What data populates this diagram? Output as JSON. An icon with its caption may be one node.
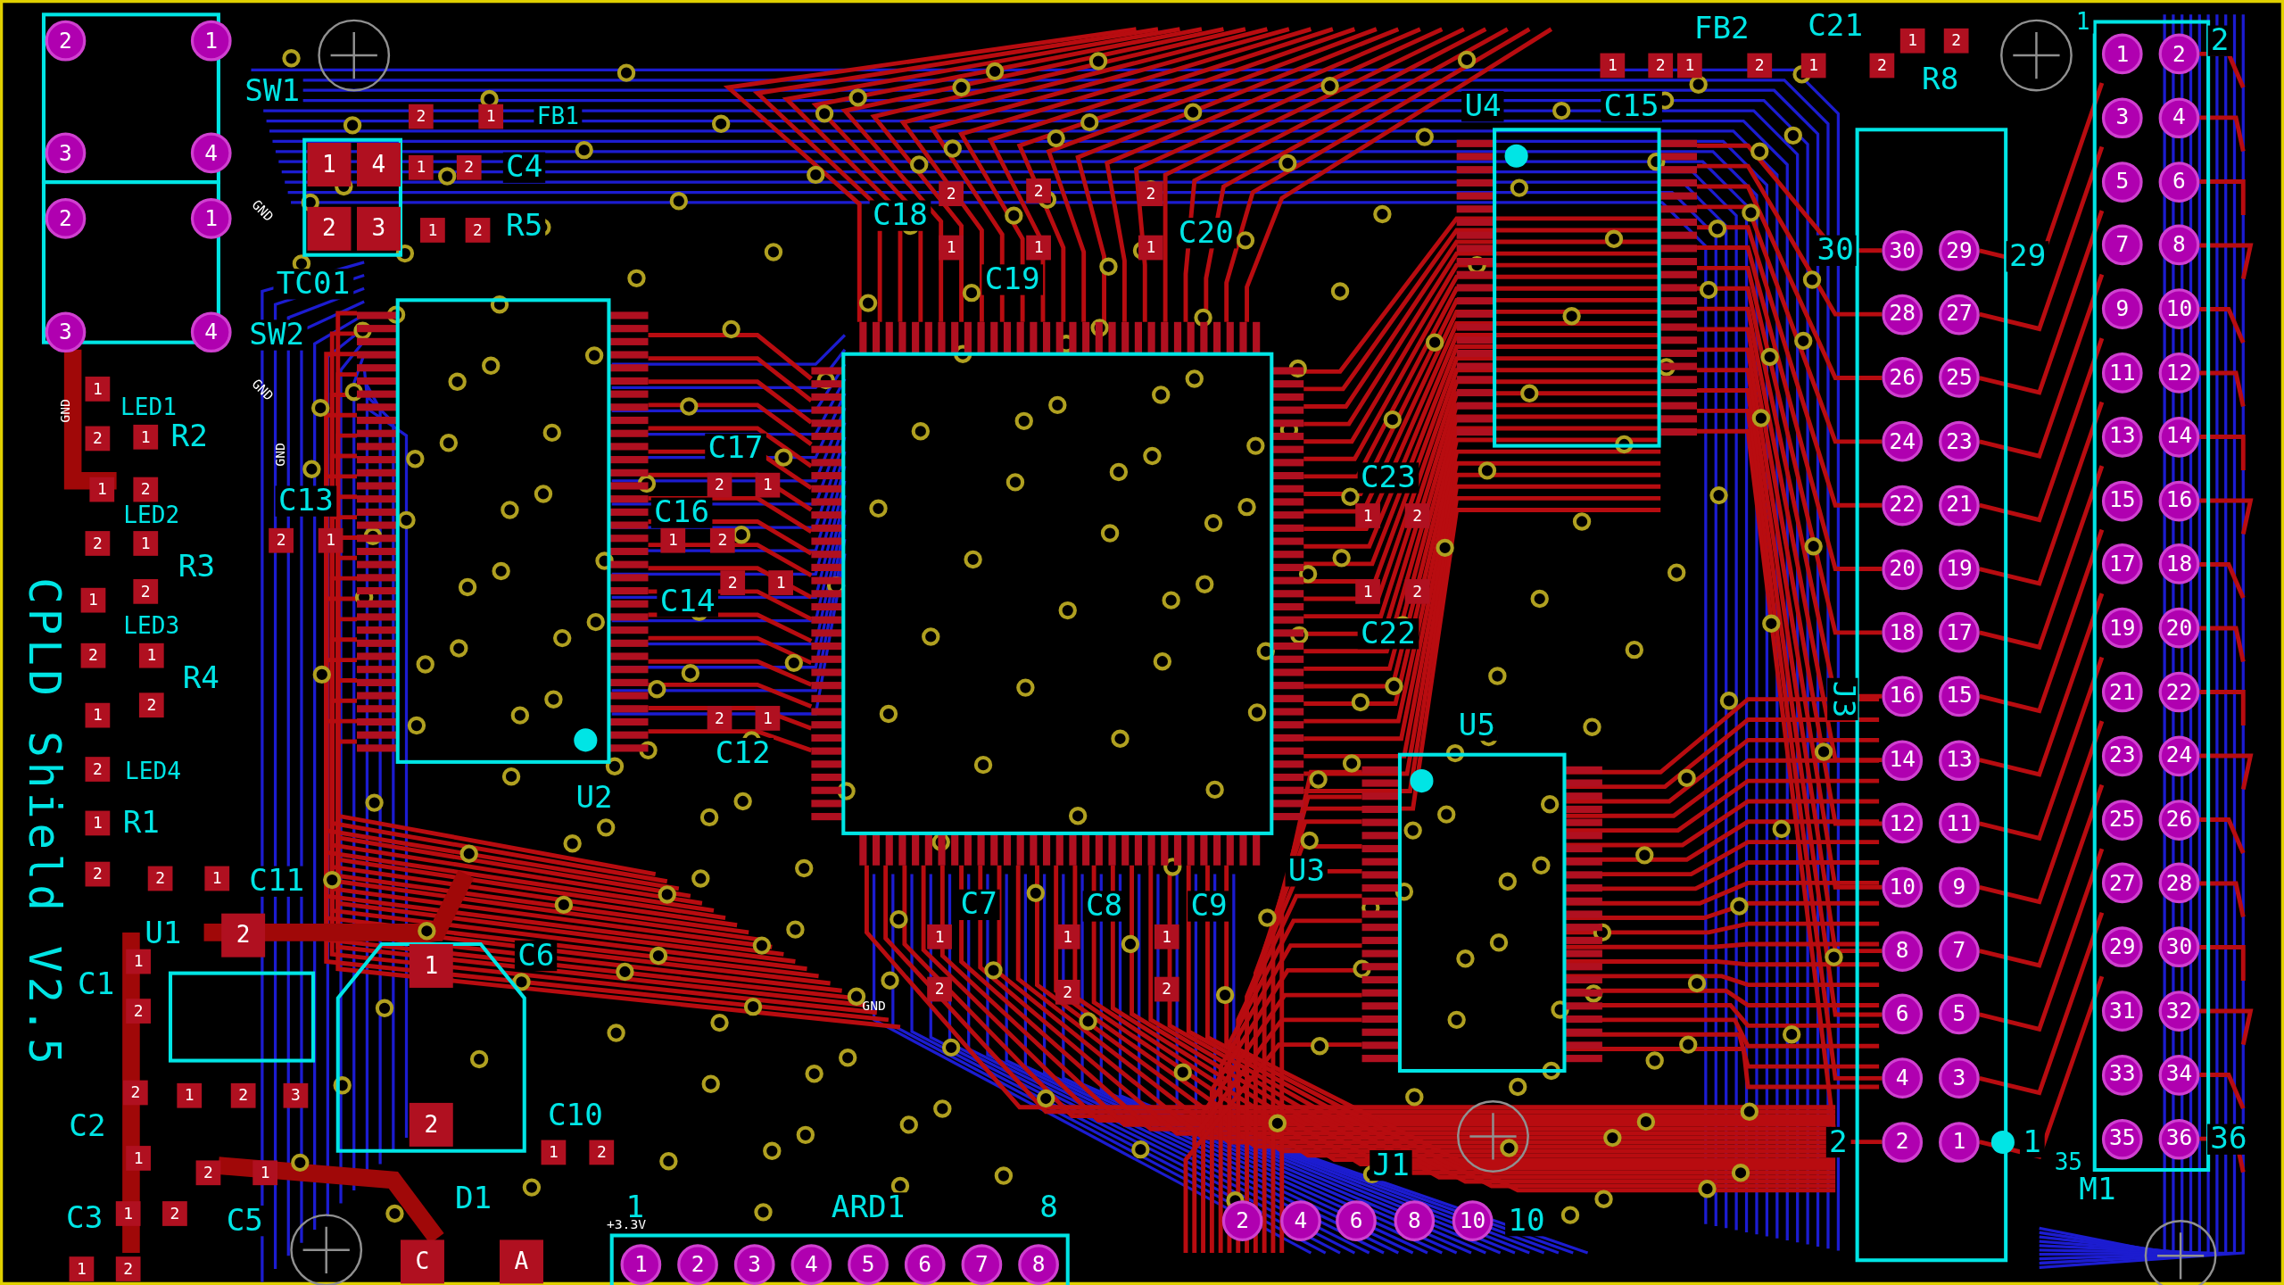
{
  "diagram": {
    "labels": [
      "2",
      "1",
      "3",
      "4",
      "2",
      "1",
      "3",
      "4",
      "SW1",
      "SW2",
      "TC01",
      "1",
      "4",
      "2",
      "3",
      "2",
      "1",
      "FB1",
      "1",
      "2",
      "C4",
      "1",
      "2",
      "R5",
      "GND",
      "GND",
      "GND",
      "GND",
      "1",
      "LED1",
      "2",
      "1",
      "R2",
      "1",
      "2",
      "LED2",
      "2",
      "1",
      "R3",
      "1",
      "2",
      "LED3",
      "2",
      "1",
      "R4",
      "1",
      "2",
      "2",
      "LED4",
      "1",
      "R1",
      "2",
      "2",
      "1",
      "C11",
      "C13",
      "2",
      "1",
      "U1",
      "2",
      "C1",
      "1",
      "2",
      "1",
      "C6",
      "2",
      "2",
      "1",
      "2",
      "3",
      "C2",
      "1",
      "2",
      "1",
      "C3",
      "1",
      "2",
      "C5",
      "1",
      "2",
      "C10",
      "D1",
      "C",
      "A",
      "1",
      "2",
      "C18",
      "2",
      "1",
      "2",
      "1",
      "C19",
      "2",
      "1",
      "C20",
      "C17",
      "2",
      "1",
      "C16",
      "1",
      "2",
      "2",
      "1",
      "C14",
      "2",
      "1",
      "C12",
      "U2",
      "C23",
      "1",
      "2",
      "1",
      "2",
      "C22",
      "U5",
      "U3",
      "C7",
      "1",
      "2",
      "C8",
      "1",
      "2",
      "C9",
      "1",
      "2",
      "GND",
      "FB2",
      "C21",
      "1",
      "2",
      "1",
      "2",
      "1",
      "2",
      "1",
      "2",
      "R8",
      "U4",
      "C15",
      "30",
      "29",
      "J3",
      "30",
      "29",
      "28",
      "27",
      "26",
      "25",
      "24",
      "23",
      "22",
      "21",
      "20",
      "19",
      "18",
      "17",
      "16",
      "15",
      "14",
      "13",
      "12",
      "11",
      "10",
      "9",
      "8",
      "7",
      "6",
      "5",
      "4",
      "3",
      "2",
      "1",
      "2",
      "1",
      "1",
      "2",
      "1",
      "2",
      "3",
      "4",
      "5",
      "6",
      "7",
      "8",
      "9",
      "10",
      "11",
      "12",
      "13",
      "14",
      "15",
      "16",
      "17",
      "18",
      "19",
      "20",
      "21",
      "22",
      "23",
      "24",
      "25",
      "26",
      "27",
      "28",
      "29",
      "30",
      "31",
      "32",
      "33",
      "34",
      "35",
      "36",
      "35",
      "36",
      "M1",
      "1",
      "+3.3V",
      "ARD1",
      "8",
      "J1",
      "2",
      "4",
      "6",
      "8",
      "10",
      "10",
      "1",
      "2",
      "3",
      "4",
      "5",
      "6",
      "7",
      "8",
      "CPLD Shield V2.5"
    ]
  }
}
